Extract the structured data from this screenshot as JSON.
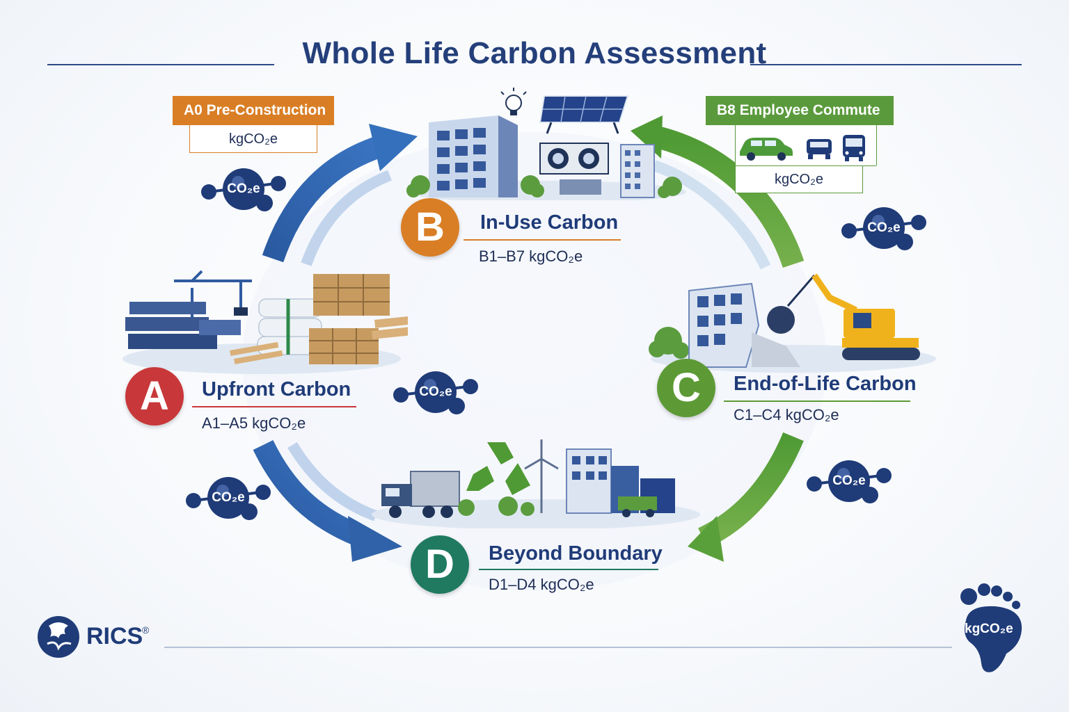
{
  "title": "Whole Life Carbon Assessment",
  "tags": {
    "a0": {
      "label": "A0 Pre-Construction",
      "unit": "kgCO₂e",
      "color": "#d97e25"
    },
    "b8": {
      "label": "B8 Employee Commute",
      "unit": "kgCO₂e",
      "color": "#5a9a3c"
    }
  },
  "stages": {
    "a": {
      "letter": "A",
      "title": "Upfront Carbon",
      "sub": "A1–A5 kgCO₂e",
      "color": "#c8383a"
    },
    "b": {
      "letter": "B",
      "title": "In-Use Carbon",
      "sub": "B1–B7 kgCO₂e",
      "color": "#d97e25"
    },
    "c": {
      "letter": "C",
      "title": "End-of-Life Carbon",
      "sub": "C1–C4 kgCO₂e",
      "color": "#5d9a36"
    },
    "d": {
      "letter": "D",
      "title": "Beyond Boundary",
      "sub": "D1–D4 kgCO₂e",
      "color": "#1f7a60"
    }
  },
  "molecule_label": "CO₂e",
  "brand": {
    "name": "RICS",
    "reg": "®"
  },
  "footprint_label": "kgCO₂e",
  "colors": {
    "navy": "#243f7a",
    "blue_arrow": "#2f62a8",
    "green_arrow": "#5aa03a"
  }
}
